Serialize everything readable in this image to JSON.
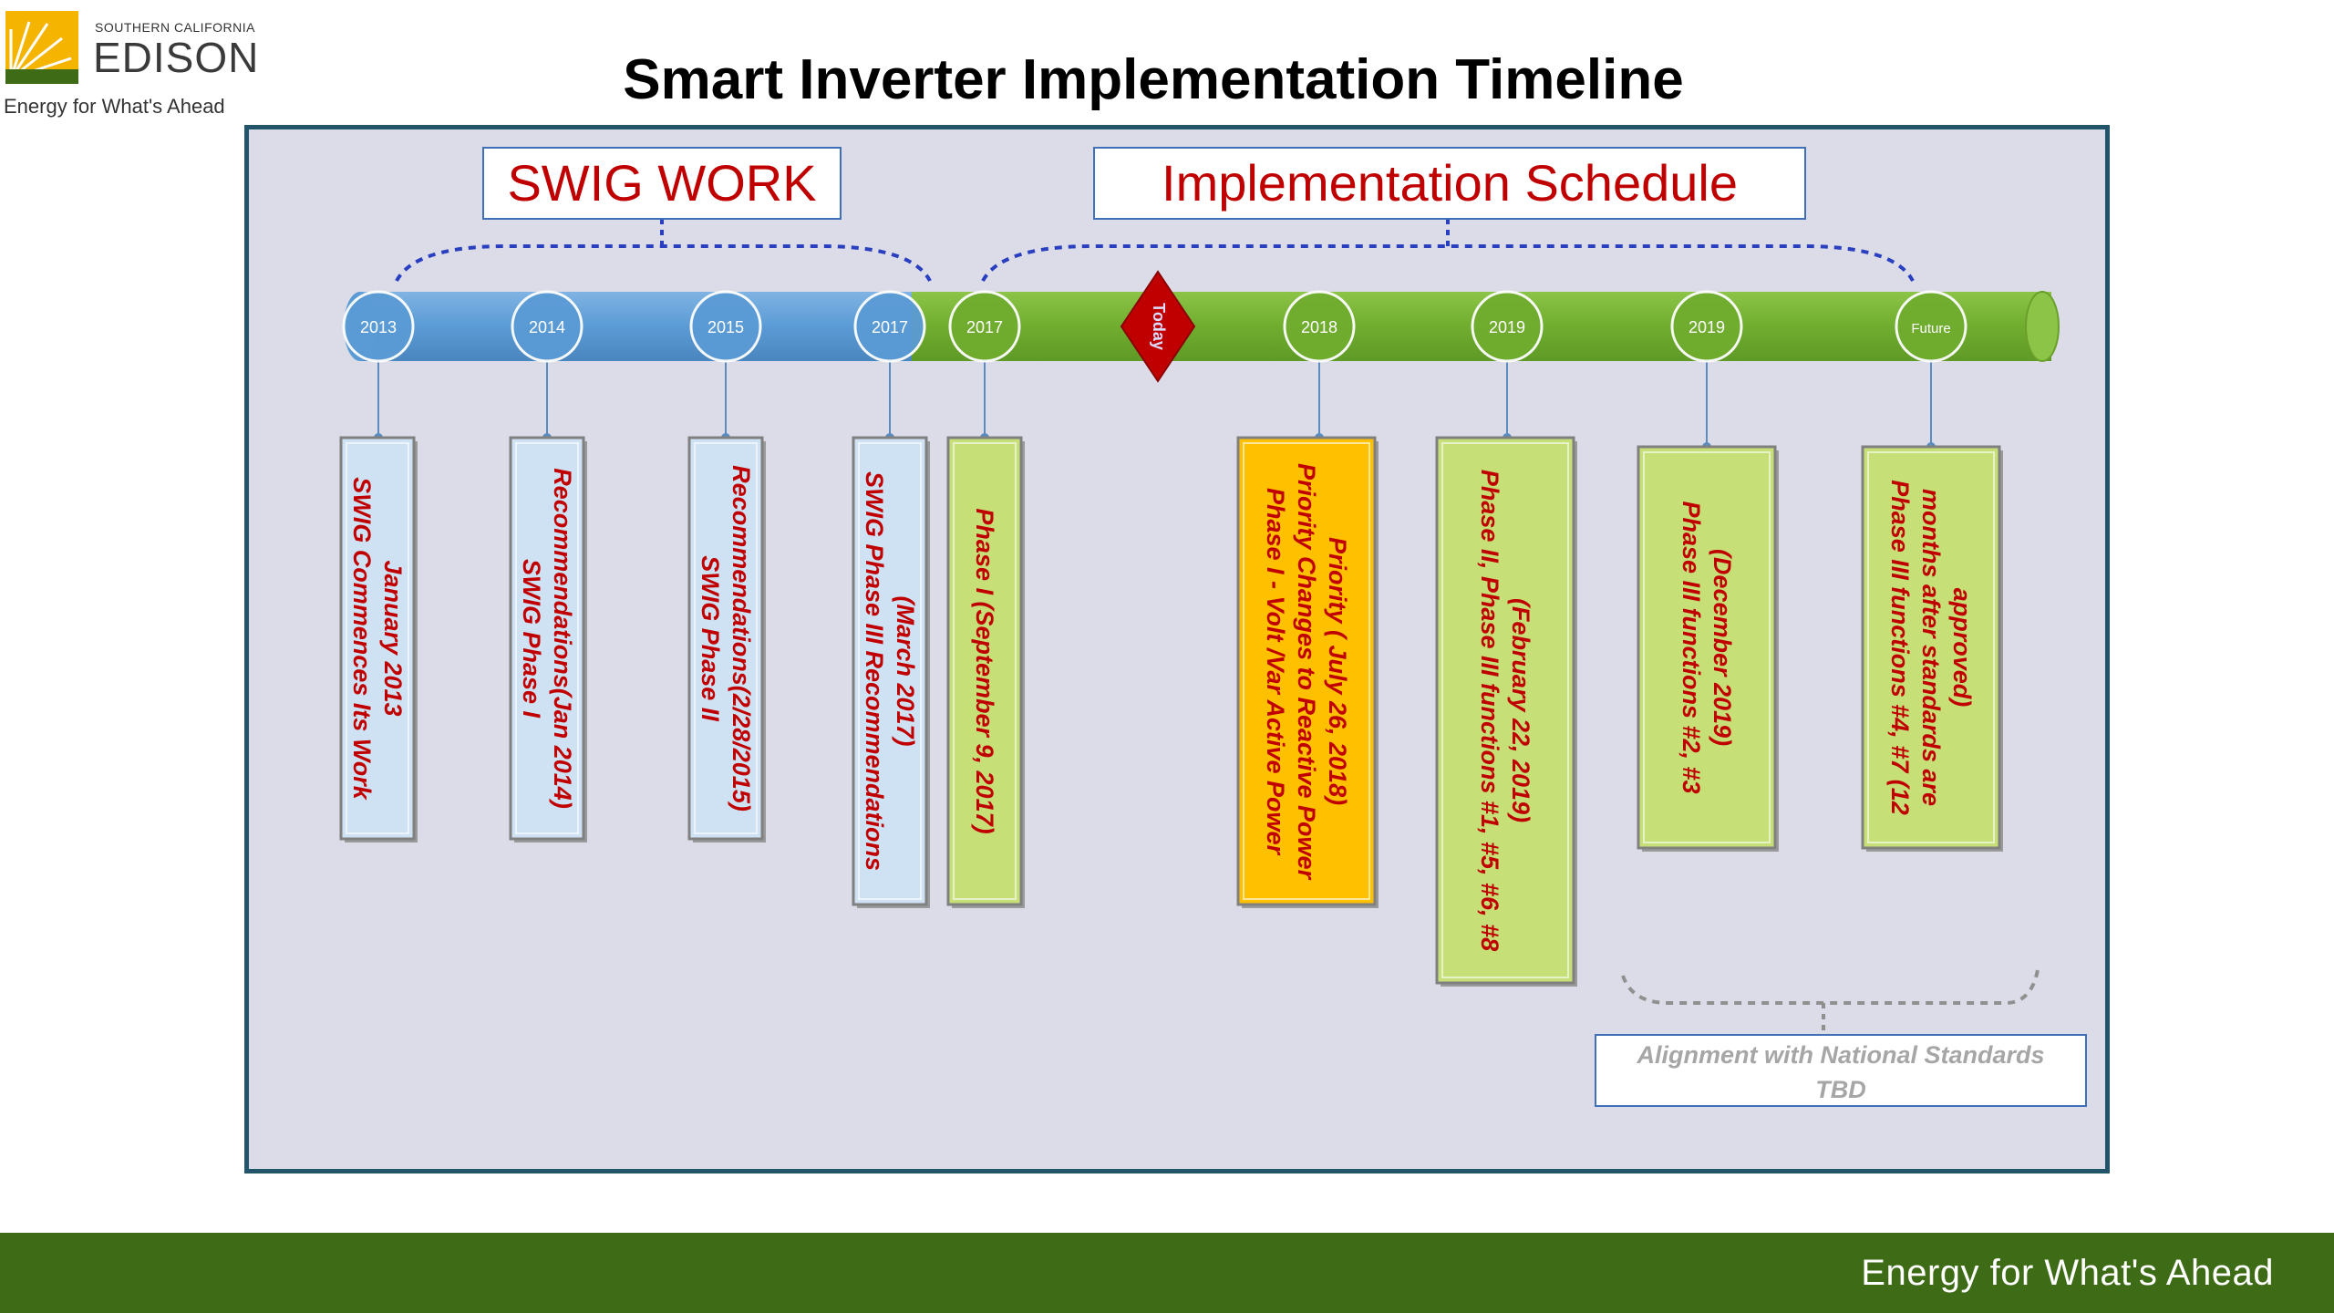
{
  "header": {
    "logo_small": "SOUTHERN CALIFORNIA",
    "logo_name": "EDISON",
    "logo_tagline": "Energy for What's Ahead",
    "title": "Smart Inverter Implementation Timeline"
  },
  "sections": {
    "swig_work": "SWIG WORK",
    "implementation": "Implementation Schedule"
  },
  "today_label": "Today",
  "nodes": [
    {
      "label": "2013",
      "lines": [
        "SWIG Commences Its Work",
        "January 2013"
      ]
    },
    {
      "label": "2014",
      "lines": [
        "SWIG Phase I",
        "Recommendations(Jan 2014)"
      ]
    },
    {
      "label": "2015",
      "lines": [
        "SWIG Phase II",
        "Recommendations(2/28/2015)"
      ]
    },
    {
      "label": "2017",
      "lines": [
        "SWIG Phase III Recommendations",
        "(March 2017)"
      ]
    },
    {
      "label": "2017",
      "lines": [
        "Phase I  (September 9, 2017)"
      ]
    },
    {
      "label": "2018",
      "lines": [
        "Phase I -  Volt /Var Active Power",
        "Priority Changes to Reactive Power",
        "Priority ( July  26, 2018)"
      ]
    },
    {
      "label": "2019",
      "lines": [
        "Phase II, Phase III functions #1, #5, #6, #8",
        "(February 22, 2019)"
      ]
    },
    {
      "label": "2019",
      "lines": [
        "Phase III functions #2, #3",
        "(December 2019)"
      ]
    },
    {
      "label": "Future",
      "lines": [
        "Phase III functions #4, #7 (12",
        "months after standards are",
        "approved)"
      ]
    }
  ],
  "alignment_box": [
    "Alignment with National Standards",
    "TBD"
  ],
  "footer": {
    "tagline": "Energy for What's Ahead"
  },
  "colors": {
    "swig_bar": "#5b9bd5",
    "impl_bar": "#70ad2f",
    "swig_box": "#cfe2f3",
    "impl_box": "#c6df76",
    "highlight_box": "#ffc000",
    "text_red": "#c00000",
    "frame_bg": "#dcdce8",
    "frame_border": "#22556a",
    "footer_bg": "#3e6b16"
  }
}
